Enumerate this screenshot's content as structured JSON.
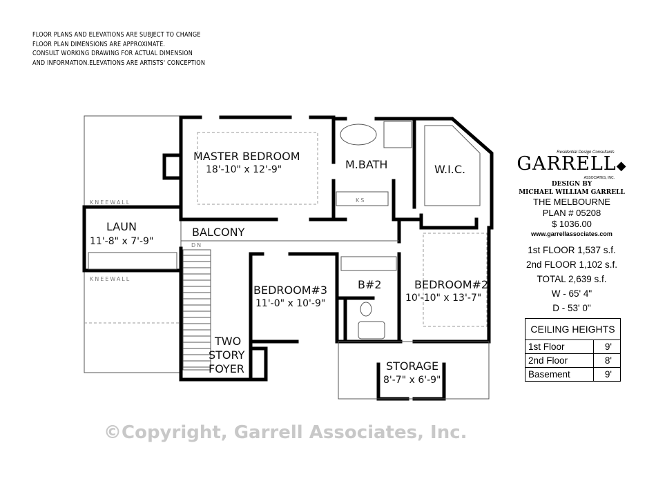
{
  "notes": [
    "FLOOR PLANS AND ELEVATIONS ARE SUBJECT TO CHANGE",
    "FLOOR PLAN DIMENSIONS ARE APPROXIMATE.",
    "CONSULT WORKING DRAWING FOR ACTUAL DIMENSION",
    "AND INFORMATION.ELEVATIONS ARE ARTISTS' CONCEPTION"
  ],
  "rooms": {
    "master": {
      "name": "MASTER  BEDROOM",
      "dim": "18'-10\"  x  12'-9\""
    },
    "mbath": {
      "name": "M.BATH"
    },
    "wic": {
      "name": "W.I.C."
    },
    "laun": {
      "name": "LAUN",
      "dim": "11'-8\"  x  7'-9\""
    },
    "balcony": {
      "name": "BALCONY"
    },
    "bed3": {
      "name": "BEDROOM#3",
      "dim": "11'-0\"  x  10'-9\""
    },
    "b2": {
      "name": "B#2"
    },
    "bed2": {
      "name": "BEDROOM#2",
      "dim": "10'-10\"  x  13'-7\""
    },
    "foyer": {
      "line1": "TWO",
      "line2": "STORY",
      "line3": "FOYER"
    },
    "storage": {
      "name": "STORAGE",
      "dim": "8'-7\"  x  6'-9\""
    }
  },
  "labels": {
    "kneewall": "KNEEWALL",
    "dn": "DN",
    "ks": "KS"
  },
  "watermark": "©Copyright, Garrell Associates, Inc.",
  "logo": {
    "brand": "GARRELL",
    "tagline": "Residential Design Consultants",
    "sub": "ASSOCIATES, INC."
  },
  "info": {
    "design_by": "DESIGN BY",
    "designer": "MICHAEL WILLIAM GARRELL",
    "plan_name": "THE MELBOURNE",
    "plan_number": "PLAN #  05208",
    "price": "$ 1036.00",
    "url": "www.garrellassociates.com",
    "first_floor": "1st FLOOR  1,537 s.f.",
    "second_floor": "2nd FLOOR  1,102 s.f.",
    "total": "TOTAL  2,639 s.f.",
    "width": "W - 65' 4\"",
    "depth": "D - 53' 0\""
  },
  "ceiling_heights": {
    "title": "CEILING HEIGHTS",
    "rows": [
      {
        "floor": "1st Floor",
        "height": "9'"
      },
      {
        "floor": "2nd Floor",
        "height": "8'"
      },
      {
        "floor": "Basement",
        "height": "9'"
      }
    ]
  }
}
